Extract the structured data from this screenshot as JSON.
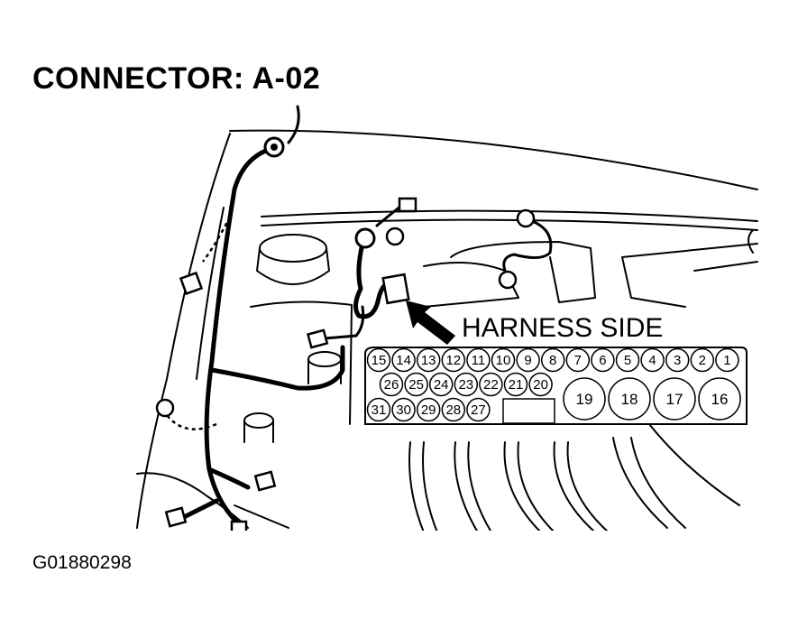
{
  "title": "CONNECTOR: A-02",
  "figure_id": "G01880298",
  "callout": "HARNESS SIDE",
  "connector": {
    "row1": [
      "15",
      "14",
      "13",
      "12",
      "11",
      "10",
      "9",
      "8",
      "7",
      "6",
      "5",
      "4",
      "3",
      "2",
      "1"
    ],
    "row2": [
      "26",
      "25",
      "24",
      "23",
      "22",
      "21",
      "20"
    ],
    "row3": [
      "31",
      "30",
      "29",
      "28",
      "27"
    ],
    "large_pins": [
      "19",
      "18",
      "17",
      "16"
    ]
  }
}
